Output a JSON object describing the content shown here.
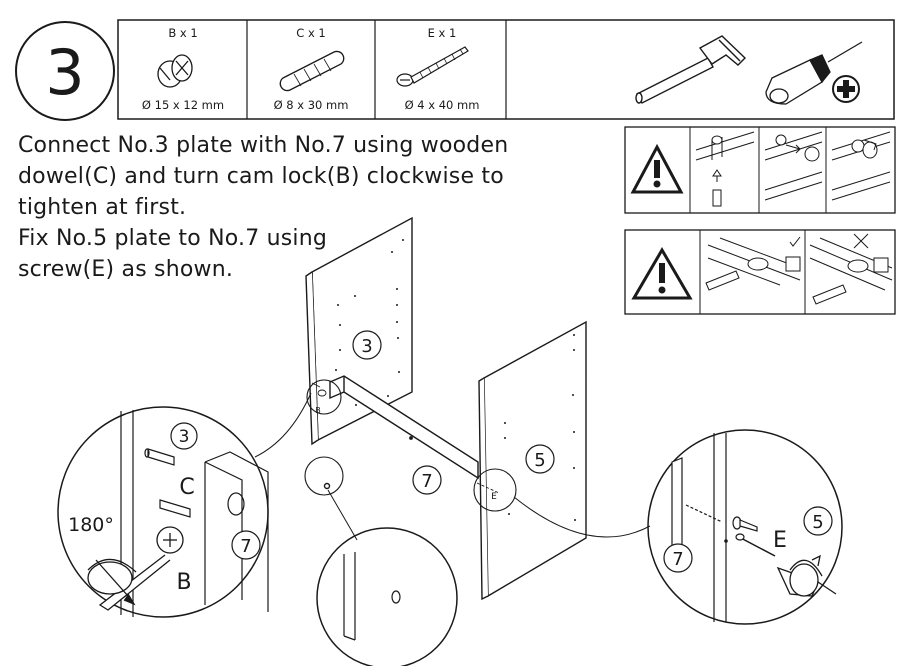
{
  "step": {
    "number": "3"
  },
  "parts": [
    {
      "label": "B x 1",
      "size": "Ø 15 x 12 mm",
      "icon": "cam-lock-icon"
    },
    {
      "label": "C x 1",
      "size": "Ø 8 x 30 mm",
      "icon": "wooden-dowel-icon"
    },
    {
      "label": "E x 1",
      "size": "Ø 4 x 40 mm",
      "icon": "screw-icon"
    }
  ],
  "tools": [
    "hammer-icon",
    "phillips-screwdriver-icon"
  ],
  "instructions": [
    "Connect No.3 plate with No.7 using wooden",
    "dowel(C) and turn cam lock(B) clockwise to",
    "tighten at first.",
    "Fix No.5 plate to No.7 using",
    "screw(E) as shown."
  ],
  "plates": {
    "p3": "3",
    "p5": "5",
    "p7": "7"
  },
  "detail_left": {
    "plate_top": "3",
    "plate_side": "7",
    "dowel": "C",
    "cam": "B",
    "rotation": "180°"
  },
  "detail_right": {
    "plate_left": "7",
    "plate_right": "5",
    "screw": "E"
  },
  "main_labels": {
    "cam": "B",
    "screw": "E"
  },
  "warnings": [
    "warning-triangle-icon",
    "warning-triangle-icon"
  ],
  "colors": {
    "line": "#1a1a1a",
    "background": "#ffffff"
  }
}
